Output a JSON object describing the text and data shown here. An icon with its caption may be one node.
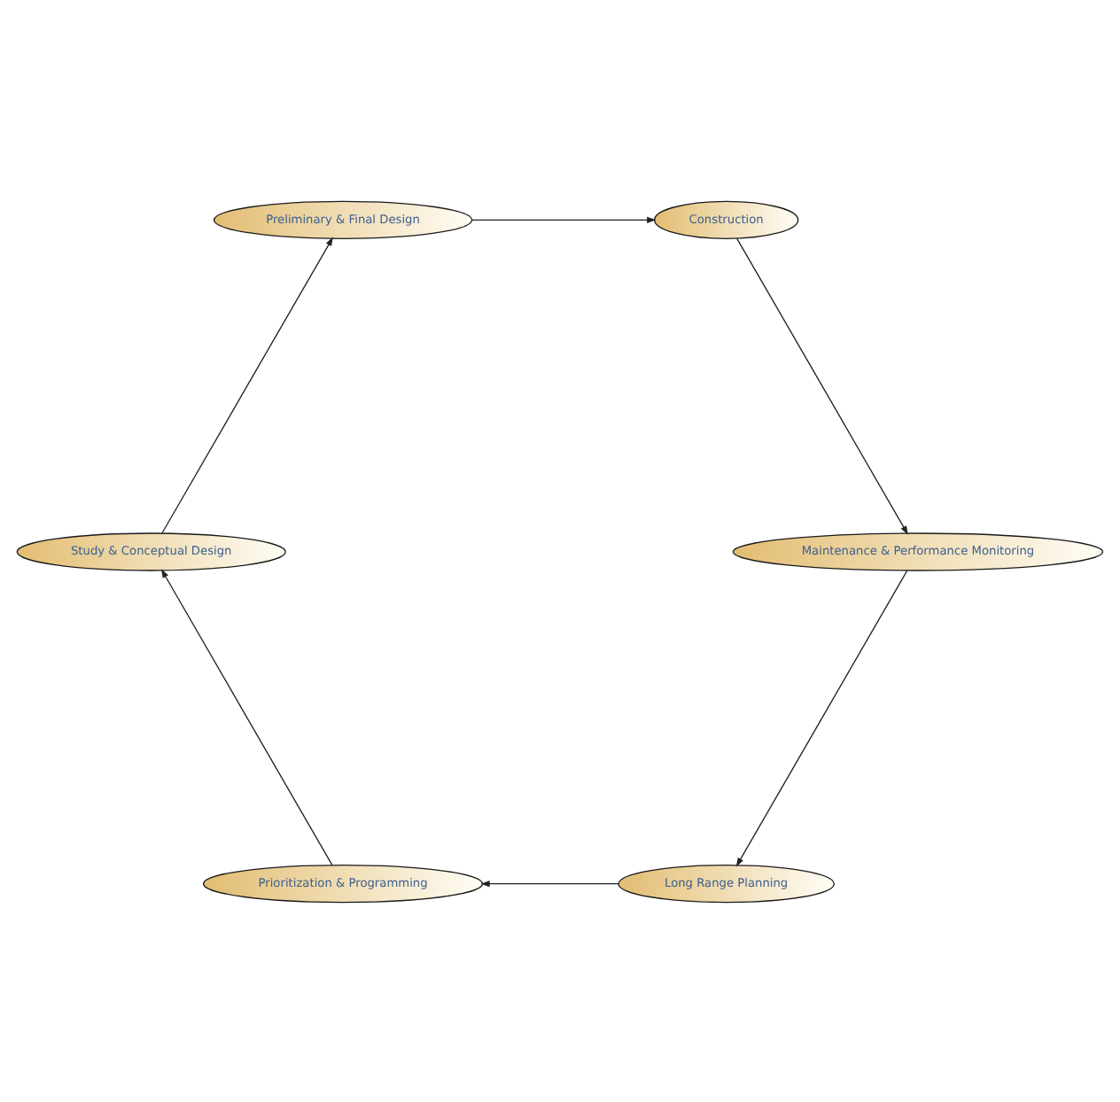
{
  "diagram": {
    "nodes": [
      {
        "text": [
          "Long Range Planning"
        ]
      },
      {
        "text": [
          "Prioritization & Programming"
        ]
      },
      {
        "text": [
          "Study & Conceptual Design"
        ]
      },
      {
        "text": [
          "Preliminary & Final Design"
        ]
      },
      {
        "text": [
          "Construction"
        ]
      },
      {
        "text": [
          "Maintenance & Performance Monitoring"
        ]
      }
    ],
    "edges": [
      {
        "from": 0,
        "to": 1,
        "arrow": "to"
      },
      {
        "from": 1,
        "to": 2,
        "arrow": "to"
      },
      {
        "from": 2,
        "to": 3,
        "arrow": "to"
      },
      {
        "from": 3,
        "to": 4,
        "arrow": "to"
      },
      {
        "from": 4,
        "to": 5,
        "arrow": "to"
      },
      {
        "from": 5,
        "to": 0,
        "arrow": "to"
      }
    ]
  }
}
